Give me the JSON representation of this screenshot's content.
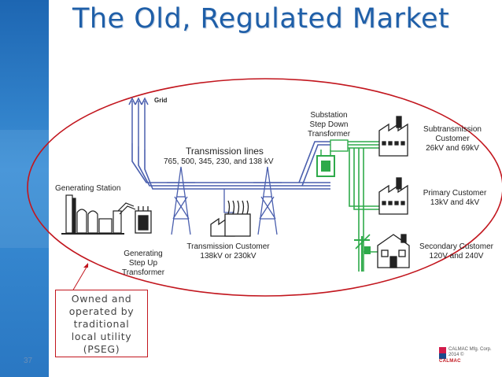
{
  "title": "The Old, Regulated Market",
  "slide_number": "37",
  "diagram": {
    "grid_label": "Grid",
    "transmission_lines_label": "Transmission lines",
    "transmission_voltages": "765, 500, 345, 230, and 138 kV",
    "generating_station": "Generating Station",
    "step_up_line1": "Generating",
    "step_up_line2": "Step Up",
    "step_up_line3": "Transformer",
    "transmission_customer_line1": "Transmission Customer",
    "transmission_customer_line2": "138kV or 230kV",
    "substation_line1": "Substation",
    "substation_line2": "Step Down",
    "substation_line3": "Transformer",
    "subtransmission_line1": "Subtransmission",
    "subtransmission_line2": "Customer",
    "subtransmission_line3": "26kV and 69kV",
    "primary_line1": "Primary Customer",
    "primary_line2": "13kV and 4kV",
    "secondary_line1": "Secondary Customer",
    "secondary_line2": "120V and 240V"
  },
  "callout": {
    "line1": "Owned and",
    "line2": "operated by",
    "line3": "traditional",
    "line4": "local utility",
    "line5": "(PSEG)"
  },
  "footer": {
    "logo_text": "CALMAC",
    "credit_line1": "CALMAC Mfg. Corp.",
    "credit_line2": "2014 ©"
  },
  "colors": {
    "title": "#1f5fa8",
    "sidebar": "#2a77c2",
    "transmission": "#4a5fae",
    "distribution": "#2eaa4a",
    "ellipse": "#c2161e"
  }
}
